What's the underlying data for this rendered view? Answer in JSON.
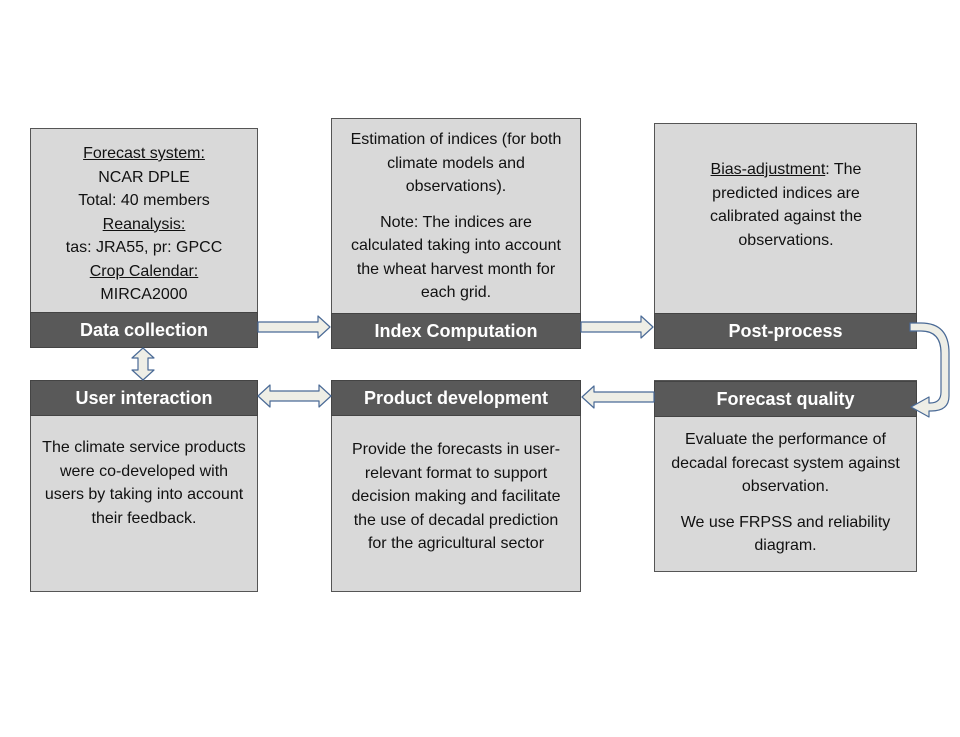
{
  "data_collection": {
    "title": "Data collection",
    "forecast_system_label": "Forecast system:",
    "forecast_system_value": "NCAR DPLE",
    "members": "Total: 40 members",
    "reanalysis_label": "Reanalysis:",
    "reanalysis_value": "tas: JRA55, pr: GPCC",
    "crop_calendar_label": "Crop Calendar:",
    "crop_calendar_value": "MIRCA2000"
  },
  "index_computation": {
    "title": "Index Computation",
    "text1": "Estimation of indices (for both climate models and observations).",
    "text2": "Note: The indices are calculated taking into account the wheat harvest month for each grid."
  },
  "post_process": {
    "title": "Post-process",
    "label": "Bias-adjustment",
    "text": ": The predicted indices are calibrated against the observations."
  },
  "forecast_quality": {
    "title": "Forecast quality",
    "text1": "Evaluate the performance of decadal forecast system against observation.",
    "text2": "We use FRPSS and reliability diagram."
  },
  "product_development": {
    "title": "Product development",
    "text": "Provide the forecasts in user-relevant format to support decision making and facilitate the use of decadal prediction for the agricultural sector"
  },
  "user_interaction": {
    "title": "User interaction",
    "text": "The climate service products were co-developed with users by taking into account their feedback."
  },
  "colors": {
    "box_fill": "#d9d9d9",
    "title_bar": "#595959",
    "arrow_fill": "#eeeee6",
    "arrow_stroke": "#4a6a96"
  }
}
